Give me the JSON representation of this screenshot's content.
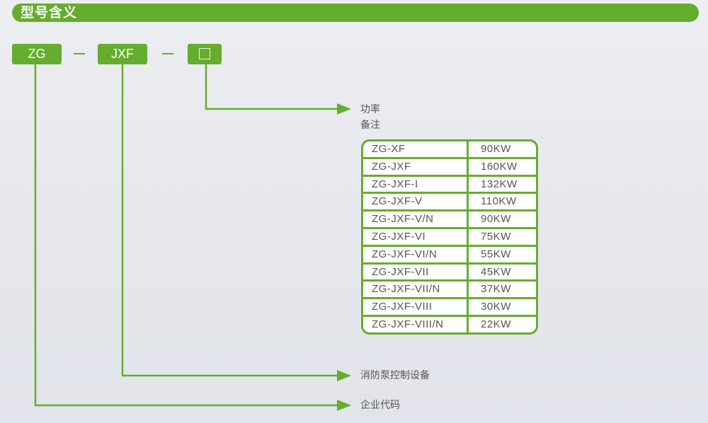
{
  "header": {
    "title": "型号含义",
    "accent_color": "#65ad2e"
  },
  "model_code": {
    "segments": [
      "ZG",
      "JXF",
      "□"
    ],
    "separator": "—"
  },
  "meanings": {
    "power": "功率",
    "remark": "备注",
    "product": "消防泵控制设备",
    "company": "企业代码"
  },
  "spec_table": {
    "rows": [
      {
        "model": "ZG-XF",
        "power": "90KW"
      },
      {
        "model": "ZG-JXF",
        "power": "160KW"
      },
      {
        "model": "ZG-JXF-I",
        "power": "132KW"
      },
      {
        "model": "ZG-JXF-V",
        "power": "110KW"
      },
      {
        "model": "ZG-JXF-V/N",
        "power": "90KW"
      },
      {
        "model": "ZG-JXF-VI",
        "power": "75KW"
      },
      {
        "model": "ZG-JXF-VI/N",
        "power": "55KW"
      },
      {
        "model": "ZG-JXF-VII",
        "power": "45KW"
      },
      {
        "model": "ZG-JXF-VII/N",
        "power": "37KW"
      },
      {
        "model": "ZG-JXF-VIII",
        "power": "30KW"
      },
      {
        "model": "ZG-JXF-VIII/N",
        "power": "22KW"
      }
    ]
  }
}
